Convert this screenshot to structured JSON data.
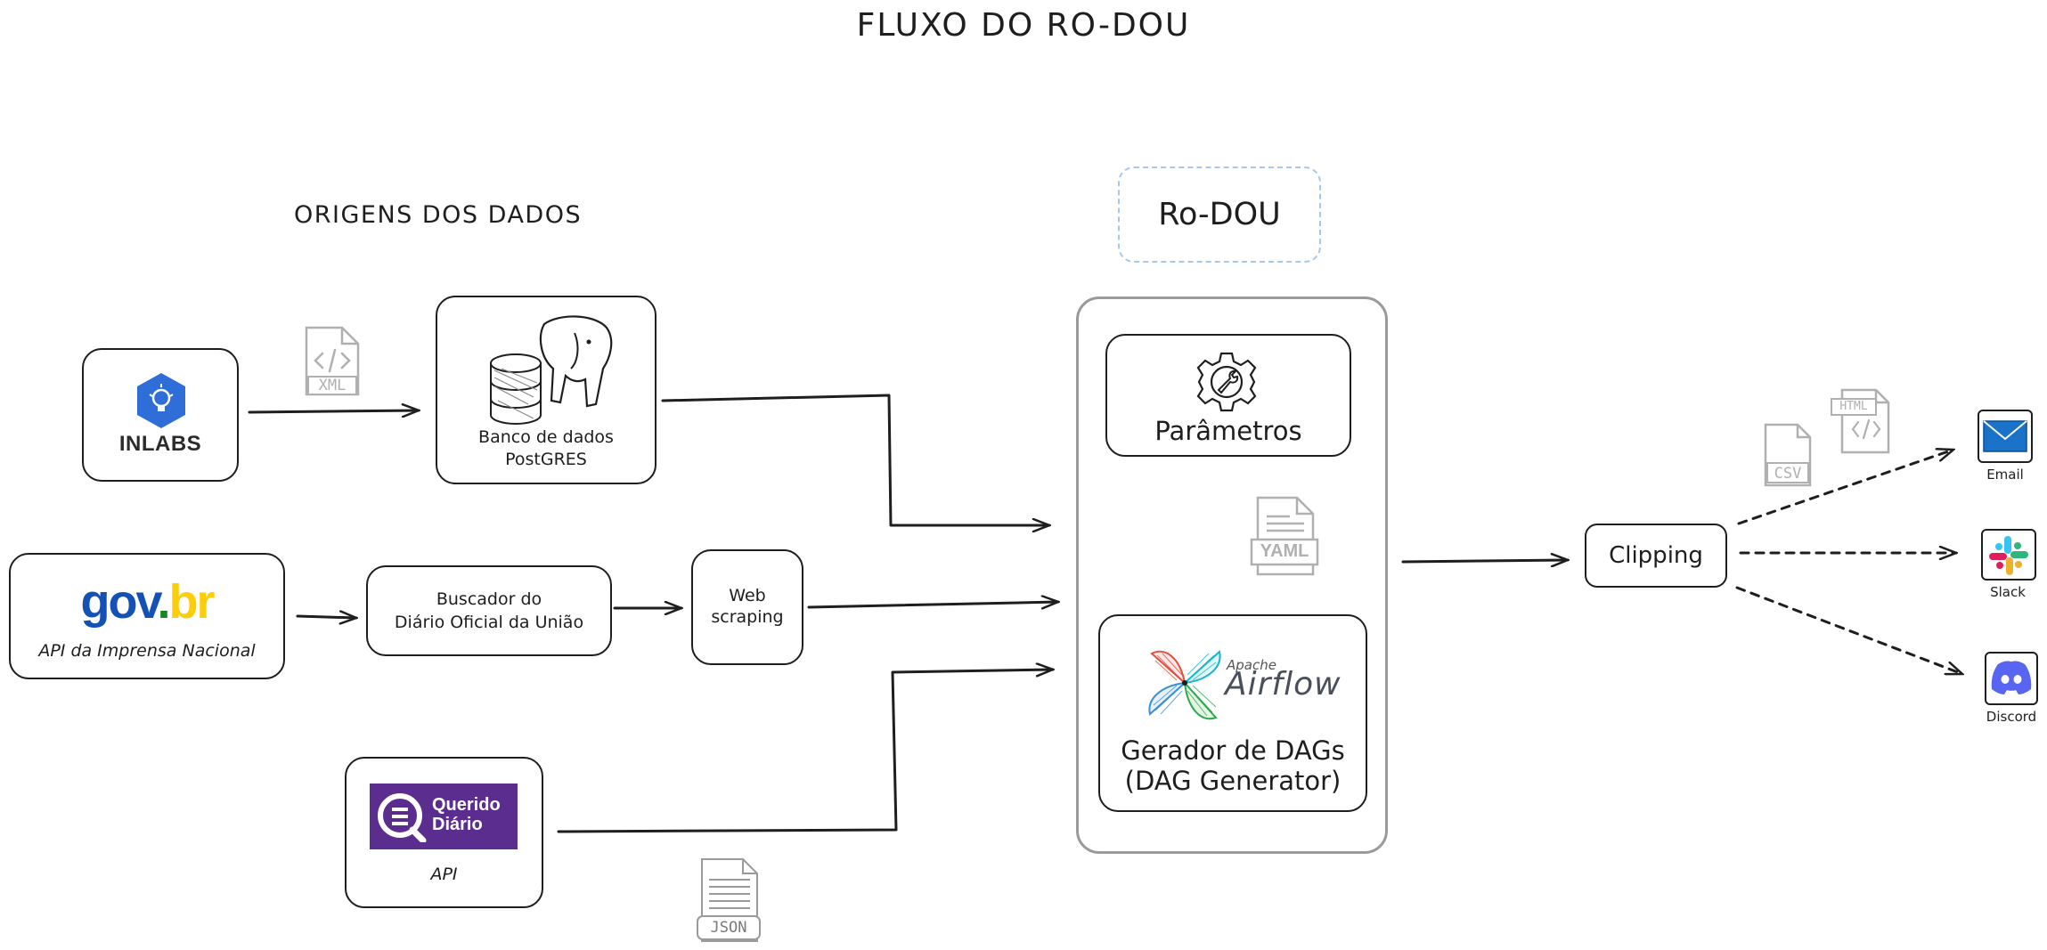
{
  "title": "FLUXO DO RO-DOU",
  "origins_title": "ORIGENS DOS DADOS",
  "rodou_label": "Ro-DOU",
  "inlabs": {
    "logo_text": "INLABS"
  },
  "postgres": {
    "line1": "Banco de dados",
    "line2": "PostGRES"
  },
  "govbr": {
    "logo_gov": "gov",
    "logo_dot": ".",
    "logo_br": "br",
    "caption": "API da Imprensa Nacional"
  },
  "buscador": {
    "line1": "Buscador do",
    "line2": "Diário Oficial da União"
  },
  "webscraping": {
    "line1": "Web",
    "line2": "scraping"
  },
  "querido": {
    "logo_line1": "Querido",
    "logo_line2": "Diário",
    "caption": "API"
  },
  "parametros": {
    "label": "Parâmetros"
  },
  "airflow": {
    "logo_small": "Apache",
    "logo_big": "Airflow",
    "line1": "Gerador de DAGs",
    "line2": "(DAG Generator)"
  },
  "clipping": {
    "label": "Clipping"
  },
  "files": {
    "xml": "XML",
    "yaml": "YAML",
    "json": "JSON",
    "csv": "CSV",
    "html": "HTML"
  },
  "channels": {
    "email": "Email",
    "slack": "Slack",
    "discord": "Discord"
  },
  "colors": {
    "ink": "#1e1e1e",
    "file_gray": "#b0b0b0",
    "dashed_blue": "#a5c8ee",
    "container_gray": "#9a9a9a",
    "inlabs_blue": "#2f6ed8",
    "gov_blue": "#1351b4",
    "gov_green": "#168821",
    "gov_yellow": "#ffcd07",
    "querido_purple": "#5b2d8e",
    "discord_blue": "#5865f2",
    "email_blue": "#1a73c9"
  }
}
